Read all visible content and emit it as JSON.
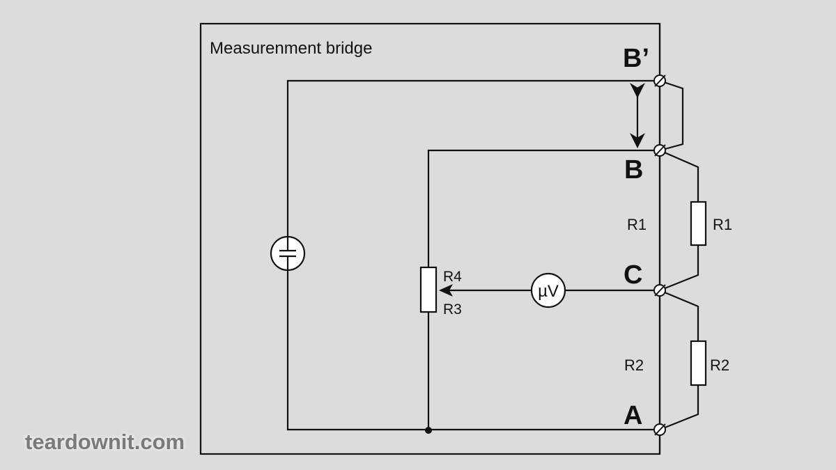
{
  "diagram": {
    "title": "Measurenment bridge",
    "terminals": {
      "b_prime": "B’",
      "b": "B",
      "c": "C",
      "a": "A"
    },
    "inner_labels": {
      "r1": "R1",
      "r2": "R2"
    },
    "external_resistors": {
      "r1": "R1",
      "r2": "R2"
    },
    "potentiometer": {
      "upper": "R4",
      "lower": "R3"
    },
    "voltmeter": "µV",
    "colors": {
      "background": "#dcdcdc",
      "line": "#111111",
      "component_fill": "#ffffff",
      "watermark": "#7a7a7a"
    }
  },
  "watermark": "teardownit.com"
}
